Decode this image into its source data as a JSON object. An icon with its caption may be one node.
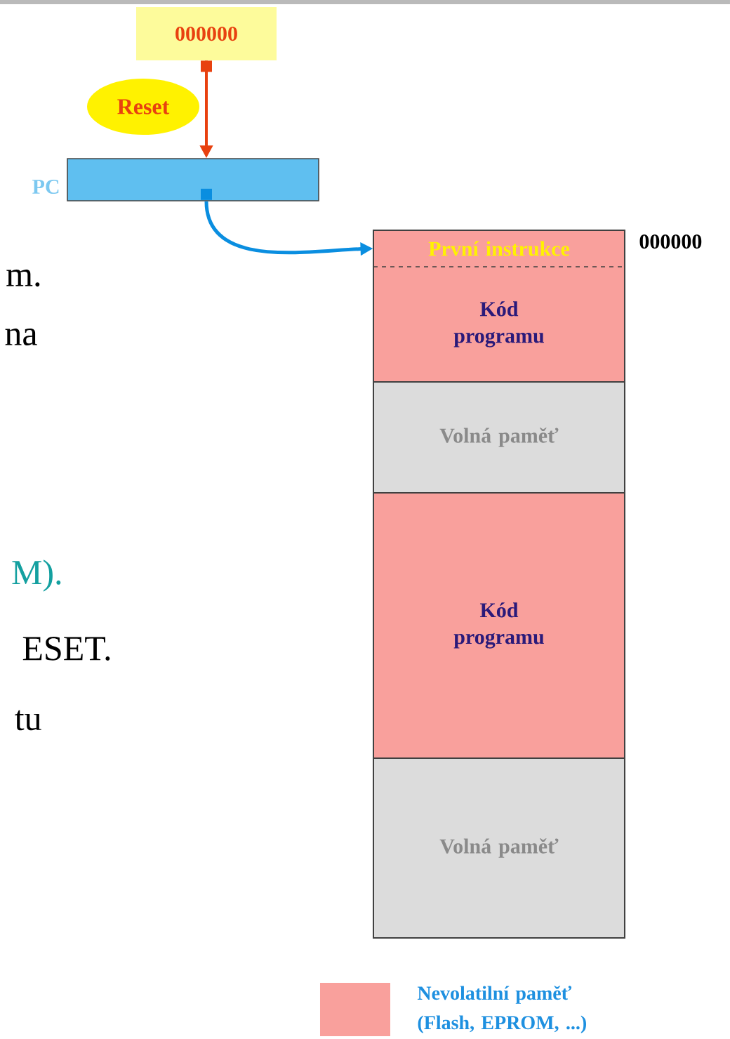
{
  "diagram": {
    "nodes": [
      {
        "text": [
          "000000"
        ]
      },
      {
        "text": [
          "Reset"
        ]
      },
      {
        "text": [
          "PC"
        ]
      },
      {
        "text": [
          "První instrukce"
        ],
        "beside": [
          "000000"
        ]
      },
      {
        "text": [
          "Kód programu"
        ]
      },
      {
        "text": [
          "Volná paměť"
        ]
      },
      {
        "text": [
          "Kód programu"
        ]
      },
      {
        "text": [
          "Volná paměť"
        ]
      }
    ],
    "edges": [
      {
        "from": 0,
        "to": 2,
        "arrow": "to",
        "color": "#e8410f"
      },
      {
        "from": 2,
        "to": 3,
        "arrow": "to",
        "color": "#0a8ee0"
      }
    ],
    "labels": [
      "m.",
      "na",
      "M).",
      "ESET.",
      "tu"
    ],
    "legend": [
      {
        "text": "Nevolatilní paměť (Flash, EPROM, ...)",
        "color": "#f9a09c"
      }
    ]
  }
}
